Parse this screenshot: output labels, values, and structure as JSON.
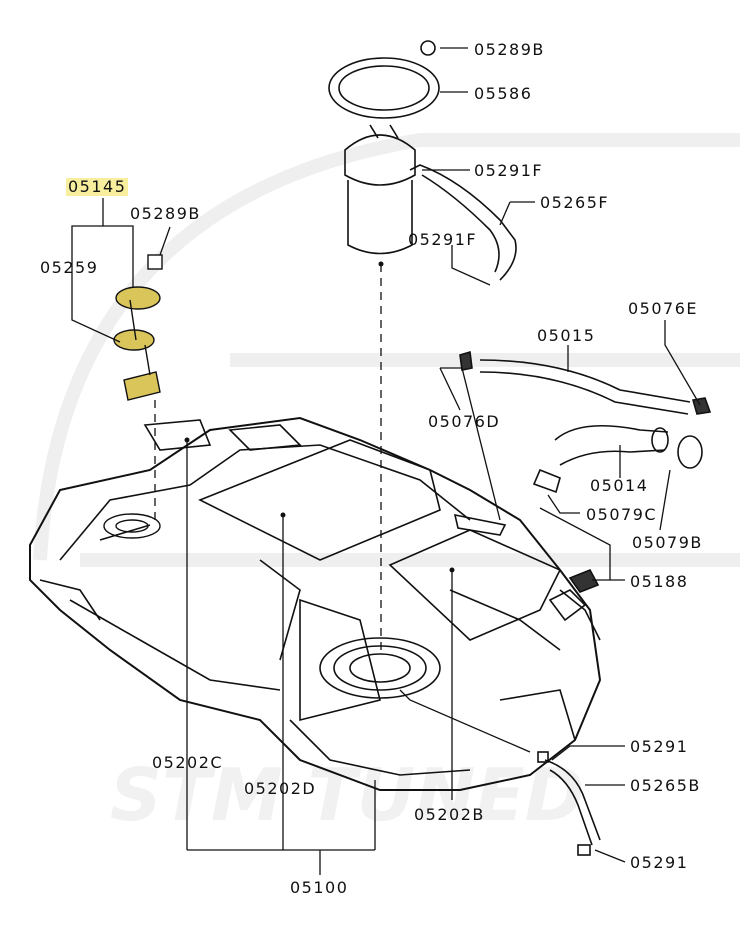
{
  "watermark": "STM TUNED",
  "colors": {
    "highlight": "#f7ef9e",
    "part_fill": "#d9c55a",
    "line": "#111111",
    "watermark": "#f1f1f1"
  },
  "labels": {
    "p05289B_top": "05289B",
    "p05586": "05586",
    "p05291F_a": "05291F",
    "p05265F": "05265F",
    "p05291F_b": "05291F",
    "p05145": "05145",
    "p05289B_left": "05289B",
    "p05259": "05259",
    "p05076E": "05076E",
    "p05015": "05015",
    "p05076D": "05076D",
    "p05014": "05014",
    "p05079C": "05079C",
    "p05079B": "05079B",
    "p05188": "05188",
    "p05291_a": "05291",
    "p05265B": "05265B",
    "p05291_b": "05291",
    "p05202C": "05202C",
    "p05202D": "05202D",
    "p05202B": "05202B",
    "p05100": "05100"
  }
}
